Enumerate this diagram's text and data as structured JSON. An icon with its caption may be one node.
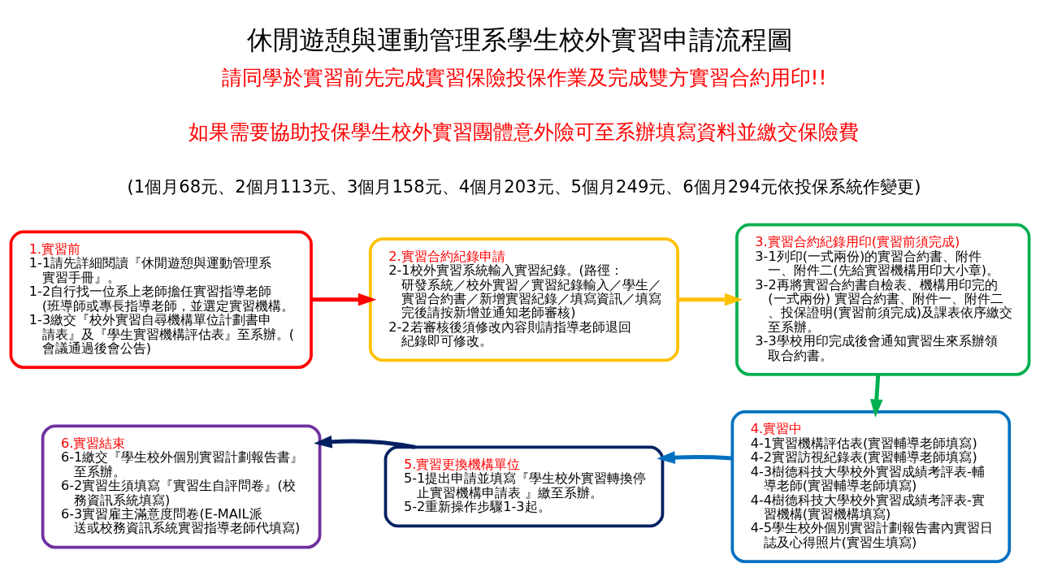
{
  "diagram": {
    "title": "休閒遊憩與運動管理系學生校外實習申請流程圖",
    "nodes": [
      {
        "text": [
          "1.實習前",
          "1-1請先詳細閱讀『休閒遊憩與運動管理系實習手冊』。",
          "1-2自行找一位系上老師擔任實習指導老師(班導師或專長指導老師，並選定實習機構。",
          "1-3繳交『校外實習自尋機構單位計劃書申請表』及『學生實習機構評估表』至系辦。(會議通過後會公告)"
        ]
      },
      {
        "text": [
          "2.實習合約紀錄申請",
          "2-1校外實習系統輸入實習紀錄。(路徑：研發系統／校外實習／實習紀錄輸入／學生／實習合約書／新增實習紀錄／填寫資訊／填寫完後請按新增並通知老師審核)",
          "2-2若審核後須修改內容則請指導老師退回紀錄即可修改。"
        ]
      },
      {
        "text": [
          "3.實習合約紀錄用印(實習前須完成)",
          "3-1列印(一式兩份)的實習合約書、附件一、附件二(先給實習機構用印大小章)。",
          "3-2再將實習合約書自檢表、機構用印完的(一式兩份) 實習合約書、附件一、附件二、投保證明(實習前須完成)及課表依序繳交至系辦。",
          "3-3學校用印完成後會通知實習生來系辦領取合約書。"
        ]
      },
      {
        "text": [
          "4.實習中",
          "4-1實習機構評估表(實習輔導老師填寫)",
          "4-2實習訪視紀錄表(實習輔導老師填寫)",
          "4-3樹德科技大學校外實習成績考評表-輔導老師(實習輔導老師填寫)",
          "4-4樹德科技大學校外實習成績考評表-實習機構(實習機構填寫)",
          "4-5學生校外個別實習計劃報告書內實習日誌及心得照片(實習生填寫)"
        ]
      },
      {
        "text": [
          "5.實習更換機構單位",
          "5-1提出申請並填寫『學生校外實習轉換停止實習機構申請表 』繳至系辦。",
          "5-2重新操作步驟1-3起。"
        ]
      },
      {
        "text": [
          "6.實習結束",
          "6-1繳交『學生校外個別實習計劃報告書』至系辦。",
          "6-2實習生須填寫『實習生自評問卷』(校務資訊系統填寫)",
          "6-3實習雇主滿意度問卷(E-MAIL派送或校務資訊系統實習指導老師代填寫)"
        ]
      }
    ],
    "edges": [
      {
        "from": 0,
        "to": 1,
        "arrow": "to",
        "color": "#ff0000"
      },
      {
        "from": 1,
        "to": 2,
        "arrow": "to",
        "color": "#ffc000"
      },
      {
        "from": 2,
        "to": 3,
        "arrow": "to",
        "color": "#00b050"
      },
      {
        "from": 3,
        "to": 4,
        "arrow": "to",
        "color": "#0070c0"
      },
      {
        "from": 4,
        "to": 5,
        "arrow": "to",
        "color": "#002060"
      }
    ],
    "labels": [
      "請同學於實習前先完成實習保險投保作業及完成雙方實習合約用印!!",
      "如果需要協助投保學生校外實習團體意外險可至系辦填寫資料並繳交保險費",
      "(1個月68元、2個月113元、3個月158元、4個月203元、5個月249元、6個月294元依投保系統作變更)"
    ]
  }
}
